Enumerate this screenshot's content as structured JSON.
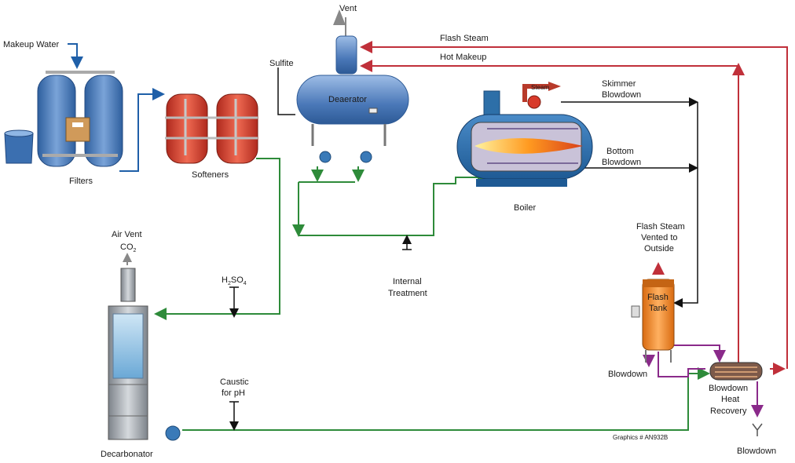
{
  "labels": {
    "vent": "Vent",
    "makeup_water": "Makeup Water",
    "sulfite": "Sulfite",
    "flash_steam": "Flash Steam",
    "hot_makeup": "Hot Makeup",
    "deaerator": "Deaerator",
    "steam": "Steam",
    "skimmer_1": "Skimmer",
    "skimmer_2": "Blowdown",
    "bottom_1": "Bottom",
    "bottom_2": "Blowdown",
    "filters": "Filters",
    "softeners": "Softeners",
    "boiler": "Boiler",
    "air_vent": "Air Vent",
    "co2_main": "CO",
    "co2_sub": "2",
    "h2so4_h": "H",
    "h2so4_2": "2",
    "h2so4_so": "SO",
    "h2so4_4": "4",
    "internal_1": "Internal",
    "internal_2": "Treatment",
    "flash_vented_1": "Flash Steam",
    "flash_vented_2": "Vented to",
    "flash_vented_3": "Outside",
    "flash_tank_1": "Flash",
    "flash_tank_2": "Tank",
    "blowdown_left": "Blowdown",
    "bhr_1": "Blowdown",
    "bhr_2": "Heat",
    "bhr_3": "Recovery",
    "blowdown_bottom": "Blowdown",
    "caustic_1": "Caustic",
    "caustic_2": "for pH",
    "decarbonator": "Decarbonator",
    "graphics_id": "Graphics # AN932B"
  },
  "colors": {
    "blue_line": "#1f5fa8",
    "green_line": "#2e8b3a",
    "red_line": "#c0303a",
    "purple_line": "#8a2a8a",
    "black_line": "#111111",
    "filter_blue": "#4a78b8",
    "softener_red": "#d8402e",
    "deaerator_blue": "#5a88c8",
    "boiler_blue": "#2d6fa8",
    "flash_orange": "#f08a1e",
    "decarb_grey": "#a8adb3"
  }
}
